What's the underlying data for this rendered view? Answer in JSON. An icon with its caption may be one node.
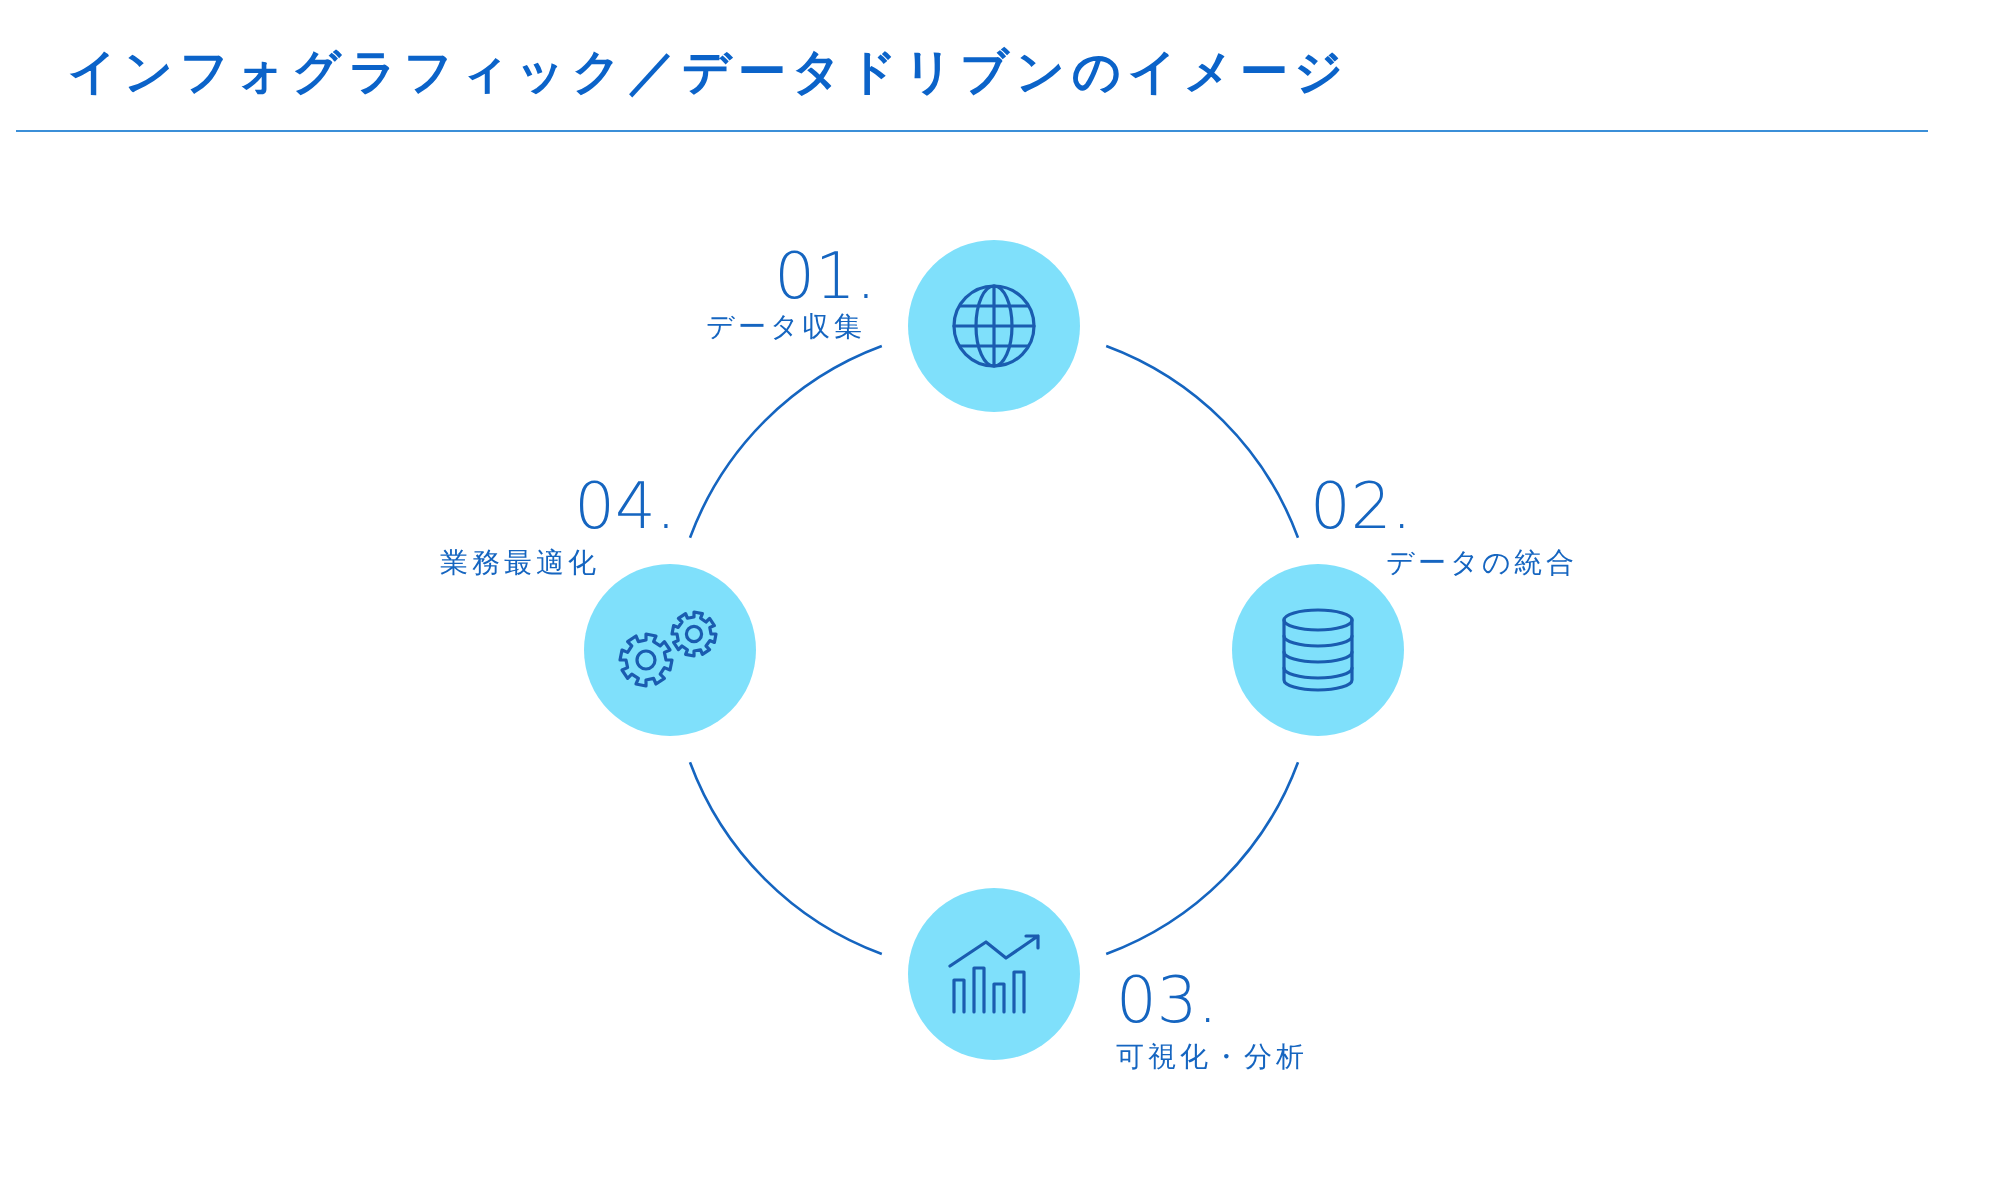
{
  "diagram": {
    "title": "インフォグラフィック／データドリブンのイメージ",
    "nodes": [
      {
        "text": [],
        "shape": "circle",
        "beside": [
          "01.",
          "データ収集"
        ]
      },
      {
        "text": [],
        "shape": "circle",
        "beside": [
          "02.",
          "データの統合"
        ]
      },
      {
        "text": [],
        "shape": "circle",
        "beside": [
          "03.",
          "可視化・分析"
        ]
      },
      {
        "text": [],
        "shape": "circle",
        "beside": [
          "04.",
          "業務最適化"
        ]
      }
    ],
    "edges": [
      {
        "from": 0,
        "to": 1,
        "arrow": "none"
      },
      {
        "from": 1,
        "to": 2,
        "arrow": "none"
      },
      {
        "from": 2,
        "to": 3,
        "arrow": "none"
      },
      {
        "from": 3,
        "to": 0,
        "arrow": "none"
      }
    ]
  }
}
